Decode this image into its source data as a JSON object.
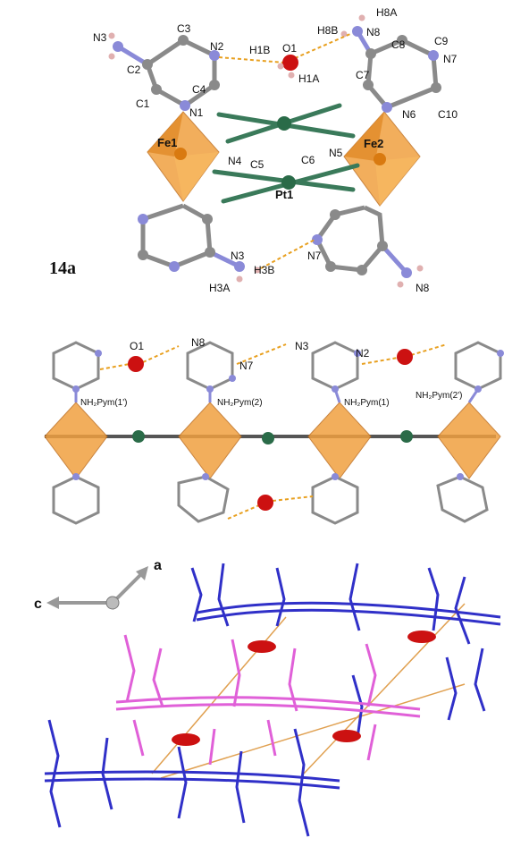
{
  "panel_a": {
    "compound_label": "14a",
    "atoms": {
      "N3": "N3",
      "C3": "C3",
      "N2": "N2",
      "H1B": "H1B",
      "O1": "O1",
      "H8B": "H8B",
      "H8A": "H8A",
      "N8": "N8",
      "C8": "C8",
      "C9": "C9",
      "N7": "N7",
      "C2": "C2",
      "C4": "C4",
      "H1A": "H1A",
      "C7": "C7",
      "C1": "C1",
      "N1": "N1",
      "N6": "N6",
      "C10": "C10",
      "Fe1": "Fe1",
      "Fe2": "Fe2",
      "N4": "N4",
      "C5": "C5",
      "C6": "C6",
      "N5": "N5",
      "Pt1": "Pt1",
      "N3b": "N3",
      "N7b": "N7",
      "H3B": "H3B",
      "H3A": "H3A",
      "N8b": "N8"
    }
  },
  "panel_b": {
    "labels": {
      "O1": "O1",
      "N8": "N8",
      "N7": "N7",
      "N3": "N3",
      "N2": "N2",
      "pym1p": "NH₂Pym(1')",
      "pym2": "NH₂Pym(2)",
      "pym1": "NH₂Pym(1)",
      "pym2p": "NH₂Pym(2')"
    }
  },
  "panel_c": {
    "axes": {
      "a": "a",
      "c": "c"
    }
  },
  "colors": {
    "fe_octahedron": "#f0a040",
    "pt_atom": "#2a6b48",
    "carbon": "#8a8a8a",
    "nitrogen": "#8a8ad8",
    "oxygen": "#cc1111",
    "hydrogen": "#e0b0b0",
    "hbond": "#e8a020",
    "layer_blue": "#3030c8",
    "layer_pink": "#e060d8",
    "cell_edge": "#e0a050"
  }
}
